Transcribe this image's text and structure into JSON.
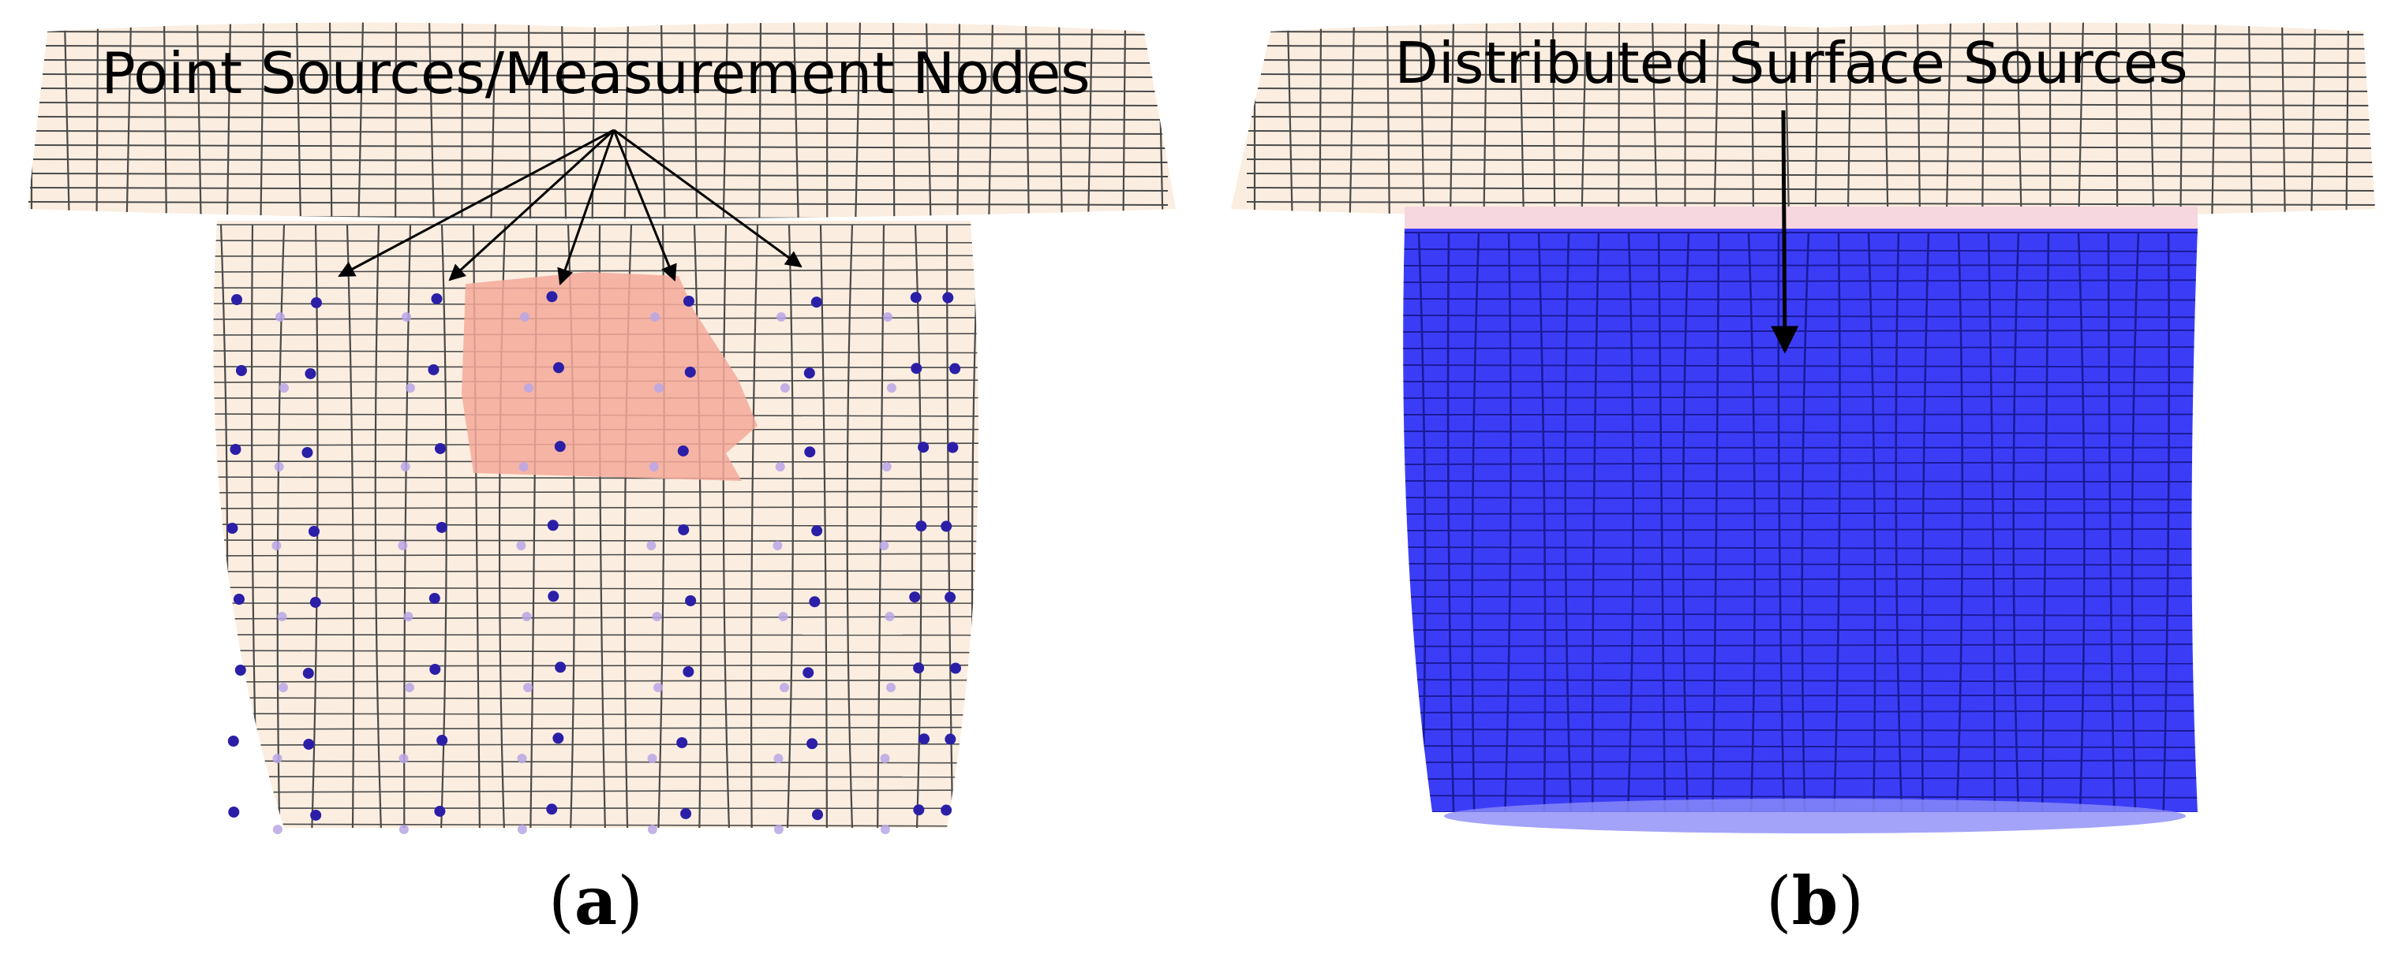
{
  "panel_a": {
    "annotation": "Point Sources/Measurement Nodes",
    "caption_open": "(",
    "caption_letter": "a",
    "caption_close": ")",
    "colors": {
      "mesh": "#fbeee0",
      "grid": "#4a4a4a",
      "patch": "#f4a99a",
      "node": "#2b1fa8",
      "node_back": "#b9a6e6"
    }
  },
  "panel_b": {
    "annotation": "Distributed Surface Sources",
    "caption_open": "(",
    "caption_letter": "b",
    "caption_close": ")",
    "colors": {
      "mesh": "#fbeee0",
      "grid": "#4a4a4a",
      "surface": "#2a2cf5",
      "surface_grid": "#1a1a9a"
    }
  }
}
